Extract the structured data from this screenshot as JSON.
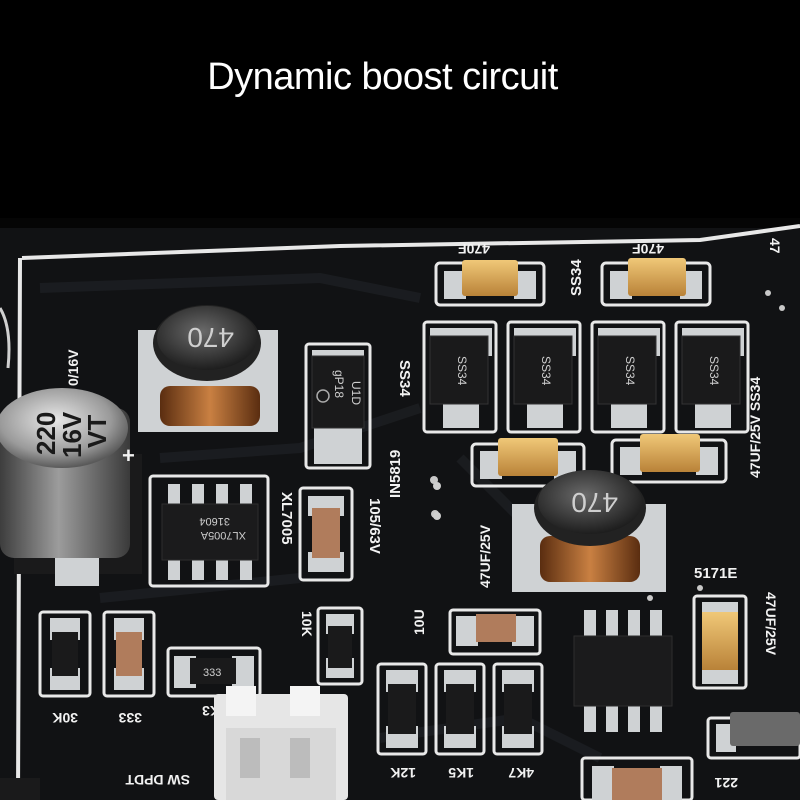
{
  "title": "Dynamic boost circuit",
  "labels": {
    "inductor_1": "470",
    "inductor_2": "470",
    "cap_big": [
      "220",
      "16V",
      "VT"
    ],
    "cap_big_side": "0/16V",
    "xl7005": "XL7005",
    "chip_mark": "XL7005A",
    "chip_code": "31604",
    "ss34": "SS34",
    "ss34_diode_1": "SS34",
    "ss34_diode_2": "SS34",
    "ss34_diode_3": "SS34",
    "ss34_diode_4": "SS34",
    "in5819": "IN5819",
    "diode_mark_1": "gP18",
    "diode_mark_2": "U1D",
    "cap_105": "105/63V",
    "cap_47uf_a": "47UF/25V",
    "cap_47uf_right": "47UF/25V SS34",
    "cap_47uf_b": "47UF/25V",
    "resistor_333": "333",
    "res_30k": "30K",
    "res_333_silk": "333",
    "res_10k": "10K",
    "res_10u": "10U",
    "res_12k": "12K",
    "res_1k5": "1K5",
    "res_4k7": "4K7",
    "ic_5171e": "5171E",
    "res_221": "221",
    "connector": "SW DPDT",
    "label_k3": "K3",
    "top_47a": "470F",
    "top_47b": "470F",
    "edge_47": "47"
  },
  "colors": {
    "board": "#111214",
    "pad": "#cfd2d4",
    "outline": "#e8e8e8",
    "copper": "#b06a32",
    "tantalum": "#d8a85a"
  }
}
